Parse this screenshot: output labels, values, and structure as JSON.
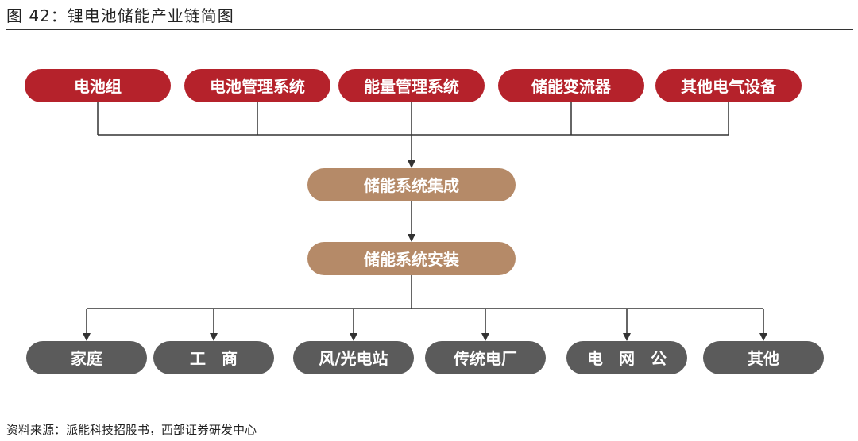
{
  "title": "图 42：锂电池储能产业链简图",
  "source": "资料来源：派能科技招股书，西部证券研发中心",
  "colors": {
    "upstream": "#b5222b",
    "midstream": "#b58a68",
    "downstream": "#5b5b5b",
    "line": "#333333"
  },
  "upstream": [
    "电池组",
    "电池管理系统",
    "能量管理系统",
    "储能变流器",
    "其他电气设备"
  ],
  "midstream": [
    "储能系统集成",
    "储能系统安装"
  ],
  "downstream": [
    "家庭",
    "工　商",
    "风/光电站",
    "传统电厂",
    "电　网　公",
    "其他"
  ]
}
